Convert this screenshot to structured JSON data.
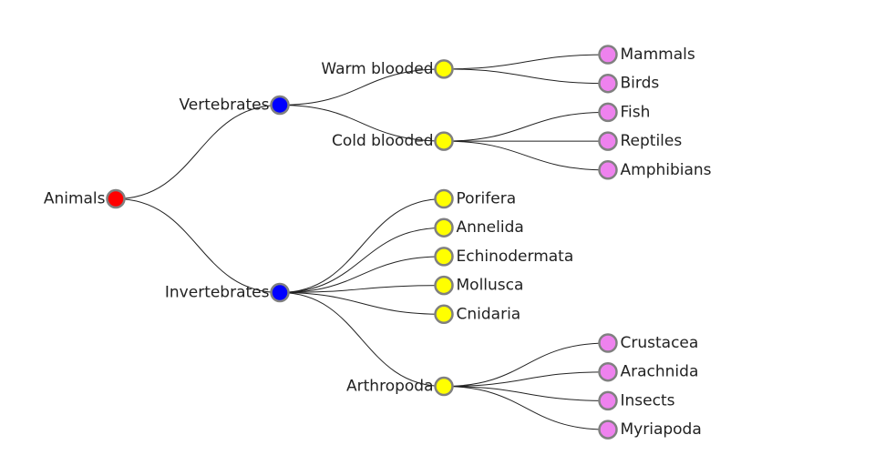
{
  "colors": {
    "root": "#ff0000",
    "level1": "#0000ff",
    "level2": "#ffff00",
    "level3": "#ee82ee",
    "link": "#222222",
    "node_stroke": "#808080"
  },
  "tree": {
    "name": "Animals",
    "children": [
      {
        "name": "Vertebrates",
        "children": [
          {
            "name": "Warm blooded",
            "children": [
              {
                "name": "Mammals"
              },
              {
                "name": "Birds"
              }
            ]
          },
          {
            "name": "Cold blooded",
            "children": [
              {
                "name": "Fish"
              },
              {
                "name": "Reptiles"
              },
              {
                "name": "Amphibians"
              }
            ]
          }
        ]
      },
      {
        "name": "Invertebrates",
        "children": [
          {
            "name": "Porifera"
          },
          {
            "name": "Annelida"
          },
          {
            "name": "Echinodermata"
          },
          {
            "name": "Mollusca"
          },
          {
            "name": "Cnidaria"
          },
          {
            "name": "Arthropoda",
            "children": [
              {
                "name": "Crustacea"
              },
              {
                "name": "Arachnida"
              },
              {
                "name": "Insects"
              },
              {
                "name": "Myriapoda"
              }
            ]
          }
        ]
      }
    ]
  }
}
